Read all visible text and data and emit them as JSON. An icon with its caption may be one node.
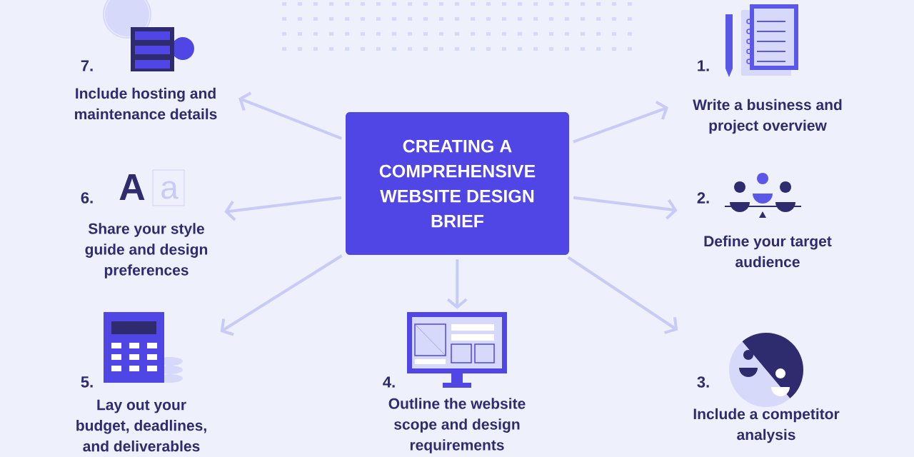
{
  "diagram": {
    "nodes": [
      {
        "text": [
          "CREATING A COMPREHENSIVE WEBSITE DESIGN BRIEF"
        ]
      },
      {
        "text": [
          "1.",
          "Write a business and project overview"
        ]
      },
      {
        "text": [
          "2.",
          "Define your target audience"
        ]
      },
      {
        "text": [
          "3.",
          "Include a competitor analysis"
        ]
      },
      {
        "text": [
          "4.",
          "Outline the website scope and design requirements"
        ]
      },
      {
        "text": [
          "5.",
          "Lay out your budget, deadlines, and deliverables"
        ]
      },
      {
        "text": [
          "6.",
          "Share your style guide and design preferences"
        ]
      },
      {
        "text": [
          "7.",
          "Include hosting and maintenance details"
        ]
      }
    ],
    "edges": [
      {
        "from": 0,
        "to": 1,
        "arrow": "to"
      },
      {
        "from": 0,
        "to": 2,
        "arrow": "to"
      },
      {
        "from": 0,
        "to": 3,
        "arrow": "to"
      },
      {
        "from": 0,
        "to": 4,
        "arrow": "to"
      },
      {
        "from": 0,
        "to": 5,
        "arrow": "to"
      },
      {
        "from": 0,
        "to": 6,
        "arrow": "to"
      },
      {
        "from": 0,
        "to": 7,
        "arrow": "to"
      }
    ],
    "labels": [
      "A",
      "a"
    ]
  }
}
